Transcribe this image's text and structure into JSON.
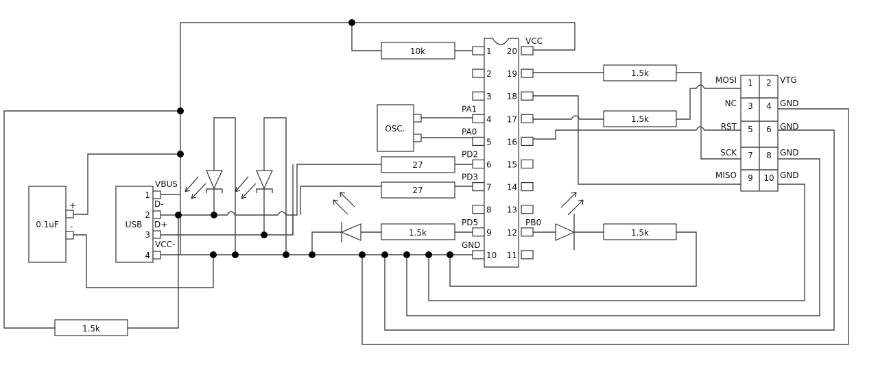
{
  "diagram": {
    "type": "circuit-schematic",
    "components": {
      "capacitor": {
        "label": "0.1uF",
        "pins": [
          "+",
          "-"
        ]
      },
      "usb": {
        "label": "USB",
        "pins": [
          {
            "num": "1",
            "name": "VBUS"
          },
          {
            "num": "2",
            "name": "D-"
          },
          {
            "num": "3",
            "name": "D+"
          },
          {
            "num": "4",
            "name": "VCC-"
          }
        ]
      },
      "oscillator": {
        "label": "OSC."
      },
      "mcu": {
        "left_pins": [
          {
            "num": "1",
            "name": ""
          },
          {
            "num": "2",
            "name": ""
          },
          {
            "num": "3",
            "name": ""
          },
          {
            "num": "4",
            "name": "PA1"
          },
          {
            "num": "5",
            "name": "PA0"
          },
          {
            "num": "6",
            "name": "PD2"
          },
          {
            "num": "7",
            "name": "PD3"
          },
          {
            "num": "8",
            "name": ""
          },
          {
            "num": "9",
            "name": "PD5"
          },
          {
            "num": "10",
            "name": "GND"
          }
        ],
        "right_pins": [
          {
            "num": "20",
            "name": "VCC"
          },
          {
            "num": "19",
            "name": ""
          },
          {
            "num": "18",
            "name": ""
          },
          {
            "num": "17",
            "name": ""
          },
          {
            "num": "16",
            "name": ""
          },
          {
            "num": "15",
            "name": ""
          },
          {
            "num": "14",
            "name": ""
          },
          {
            "num": "13",
            "name": ""
          },
          {
            "num": "12",
            "name": "PB0"
          },
          {
            "num": "11",
            "name": ""
          }
        ]
      },
      "isp_header": {
        "rows": [
          {
            "left_label": "MOSI",
            "left_num": "1",
            "right_num": "2",
            "right_label": "VTG"
          },
          {
            "left_label": "NC",
            "left_num": "3",
            "right_num": "4",
            "right_label": "GND"
          },
          {
            "left_label": "RST",
            "left_num": "5",
            "right_num": "6",
            "right_label": "GND"
          },
          {
            "left_label": "SCK",
            "left_num": "7",
            "right_num": "8",
            "right_label": "GND"
          },
          {
            "left_label": "MISO",
            "left_num": "9",
            "right_num": "10",
            "right_label": "GND"
          }
        ]
      },
      "resistors": {
        "r_reset": "10k",
        "r_mosi": "1.5k",
        "r_17": "1.5k",
        "r_pd2": "27",
        "r_pd3": "27",
        "r_pd5": "1.5k",
        "r_pb0": "1.5k",
        "r_pullup": "1.5k"
      }
    }
  }
}
